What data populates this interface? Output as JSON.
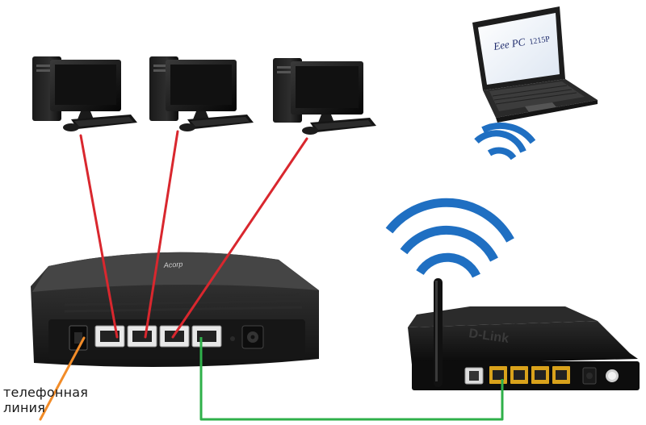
{
  "labels": {
    "phone_line_line1": "телефонная",
    "phone_line_line2": "линия"
  },
  "devices": {
    "laptop_brand": "Eee PC",
    "laptop_model": "1215P",
    "modem_brand": "Acorp",
    "router_brand": "D-Link"
  },
  "colors": {
    "lan_cable": "#d9272e",
    "uplink_cable": "#2fb04a",
    "phone_cable": "#f28c28",
    "wifi": "#1f6fc2"
  }
}
